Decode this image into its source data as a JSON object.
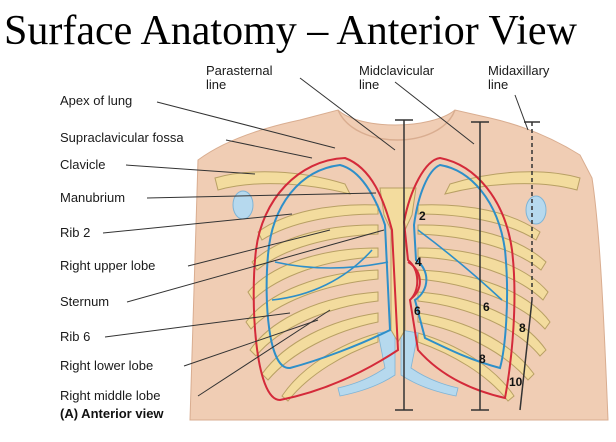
{
  "title": "Surface Anatomy – Anterior View",
  "top_labels": {
    "parasternal_line": [
      "Parasternal",
      "line"
    ],
    "midclavicular_line": [
      "Midclavicular",
      "line"
    ],
    "midaxillary_line": [
      "Midaxillary",
      "line"
    ]
  },
  "left_labels": {
    "apex_of_lung": "Apex of lung",
    "supraclavicular_fossa": "Supraclavicular fossa",
    "clavicle": "Clavicle",
    "manubrium": "Manubrium",
    "rib_2": "Rib 2",
    "right_upper_lobe": "Right upper lobe",
    "sternum": "Sternum",
    "rib_6": "Rib 6",
    "right_lower_lobe": "Right lower lobe",
    "right_middle_lobe": "Right middle lobe"
  },
  "rib_numbers": {
    "left_2": "2",
    "left_4": "4",
    "left_6": "6",
    "right_6": "6",
    "right_8": "8",
    "axillary_8": "8",
    "axillary_10": "10"
  },
  "caption": "(A) Anterior view",
  "colors": {
    "skin": "#f0cdb4",
    "bone": "#f3dc9e",
    "bone_outline": "#b8a064",
    "pleura": "#d42a3a",
    "lung": "#2e8fc9",
    "lung_fill": "#b6d9ee",
    "line": "#333333"
  }
}
